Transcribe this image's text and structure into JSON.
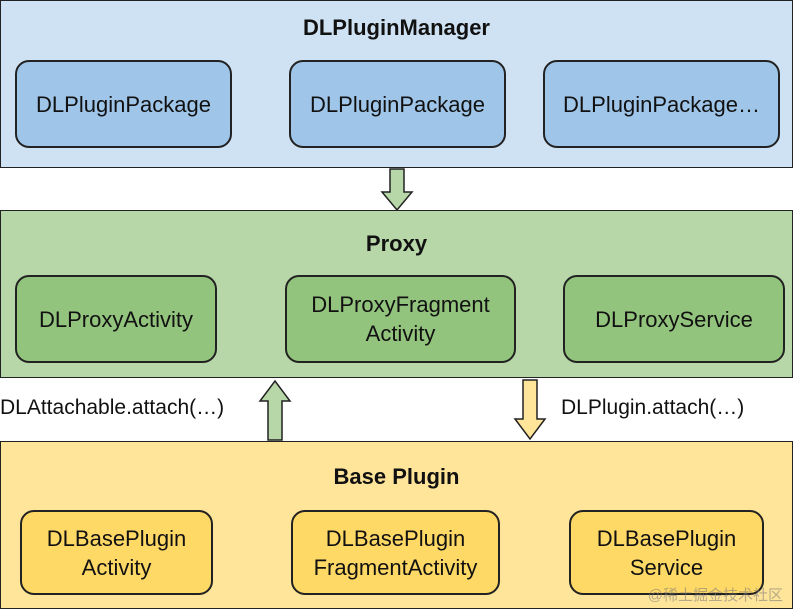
{
  "manager": {
    "title": "DLPluginManager",
    "boxes": [
      "DLPluginPackage",
      "DLPluginPackage",
      "DLPluginPackage…"
    ]
  },
  "proxy": {
    "title": "Proxy",
    "boxes": [
      "DLProxyActivity",
      "DLProxyFragment\nActivity",
      "DLProxyService"
    ]
  },
  "base": {
    "title": "Base Plugin",
    "boxes": [
      "DLBasePlugin\nActivity",
      "DLBasePlugin\nFragmentActivity",
      "DLBasePlugin\nService"
    ]
  },
  "labels": {
    "attach_left": "DLAttachable.attach(…)",
    "attach_right": "DLPlugin.attach(…)"
  },
  "colors": {
    "manager_band": "#cfe2f3",
    "manager_box": "#9fc5e8",
    "proxy_band": "#b7d7a8",
    "proxy_box": "#93c47d",
    "base_band": "#ffe599",
    "base_box": "#ffd966"
  },
  "watermark": "@稀土掘金技术社区"
}
